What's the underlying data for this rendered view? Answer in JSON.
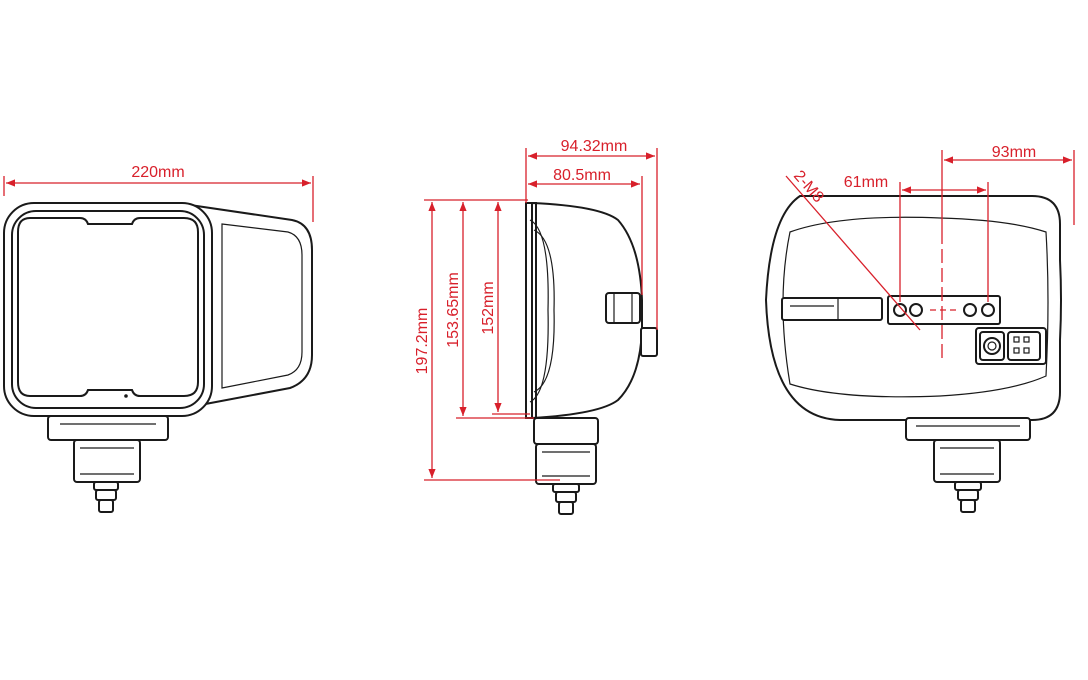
{
  "dimension_color": "#d8202b",
  "outline_color": "#1a1a1a",
  "front_view": {
    "width_label": "220mm"
  },
  "side_view": {
    "depth_total_label": "94.32mm",
    "depth_body_label": "80.5mm",
    "height_total_label": "197.2mm",
    "height_housing_label": "153.65mm",
    "height_lens_label": "152mm"
  },
  "rear_view": {
    "offset_label": "93mm",
    "hole_spacing_label": "61mm",
    "thread_label": "2-M8"
  }
}
